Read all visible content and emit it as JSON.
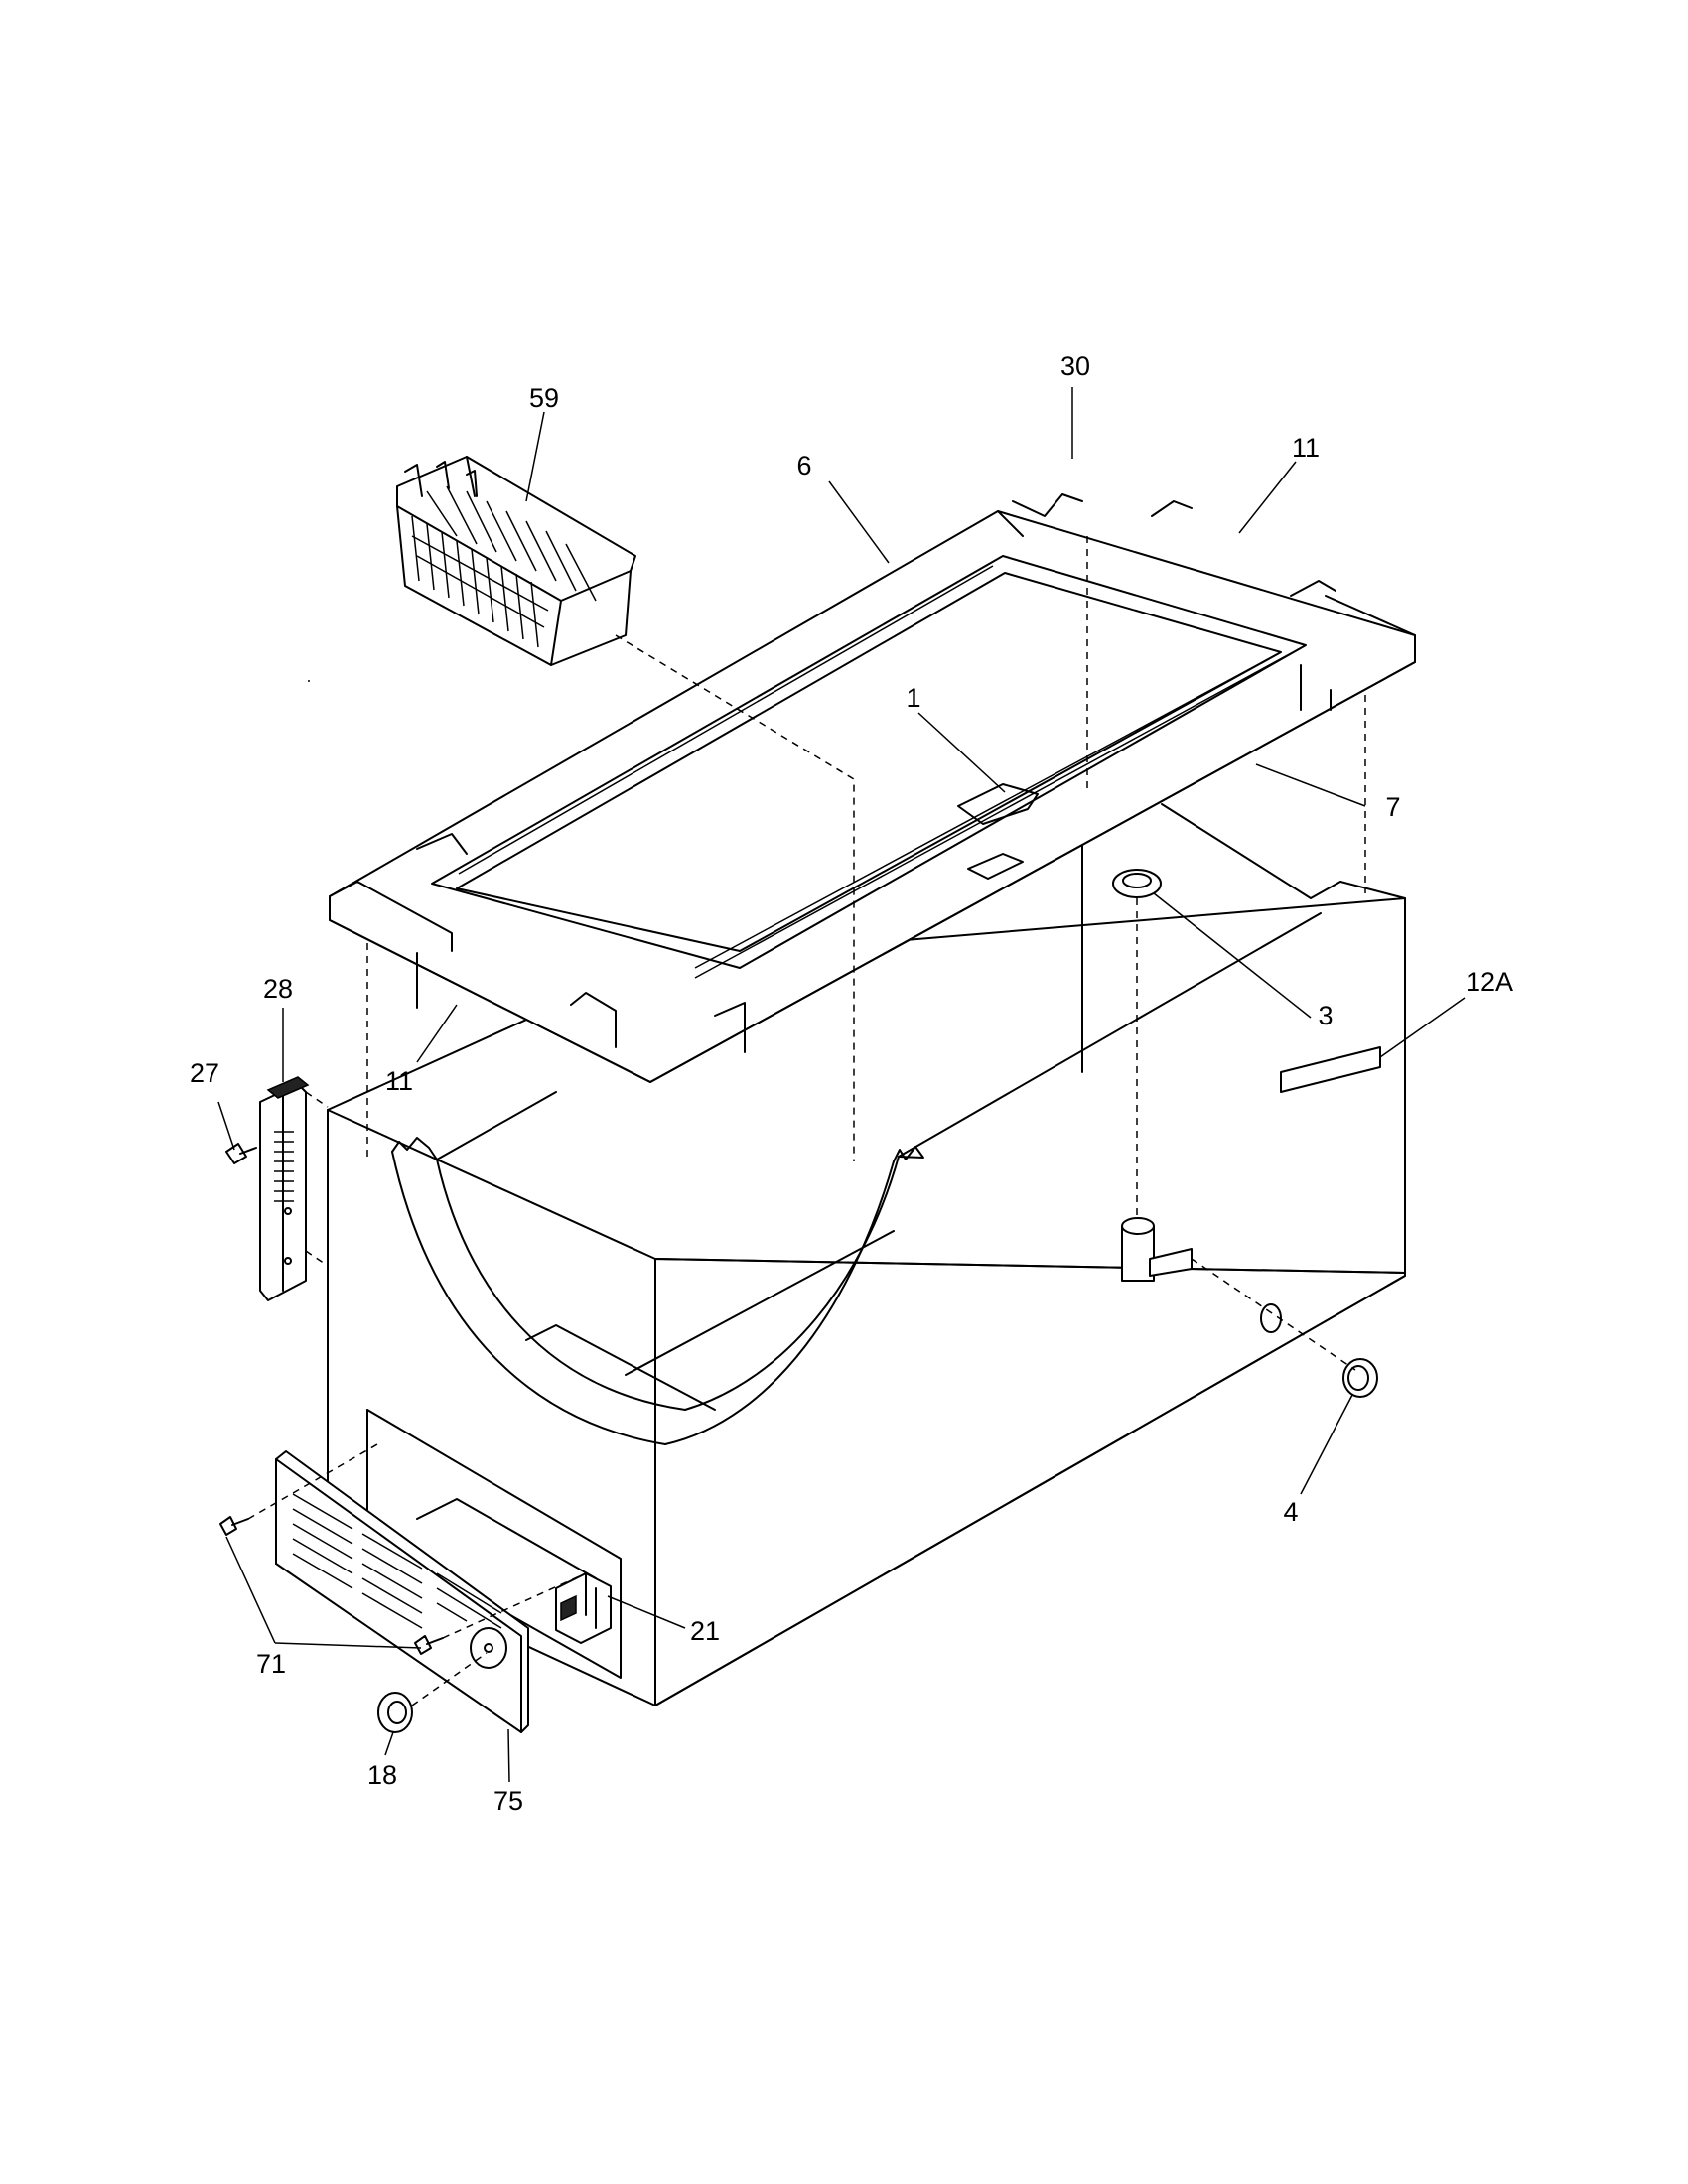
{
  "callouts": [
    {
      "id": "59",
      "text": "59"
    },
    {
      "id": "30",
      "text": "30"
    },
    {
      "id": "6",
      "text": "6"
    },
    {
      "id": "11-top",
      "text": "11"
    },
    {
      "id": "1",
      "text": "1"
    },
    {
      "id": "7",
      "text": "7"
    },
    {
      "id": "28",
      "text": "28"
    },
    {
      "id": "27",
      "text": "27"
    },
    {
      "id": "11-left",
      "text": "11"
    },
    {
      "id": "3",
      "text": "3"
    },
    {
      "id": "12A",
      "text": "12A"
    },
    {
      "id": "4",
      "text": "4"
    },
    {
      "id": "21",
      "text": "21"
    },
    {
      "id": "71",
      "text": "71"
    },
    {
      "id": "18",
      "text": "18"
    },
    {
      "id": "75",
      "text": "75"
    }
  ]
}
